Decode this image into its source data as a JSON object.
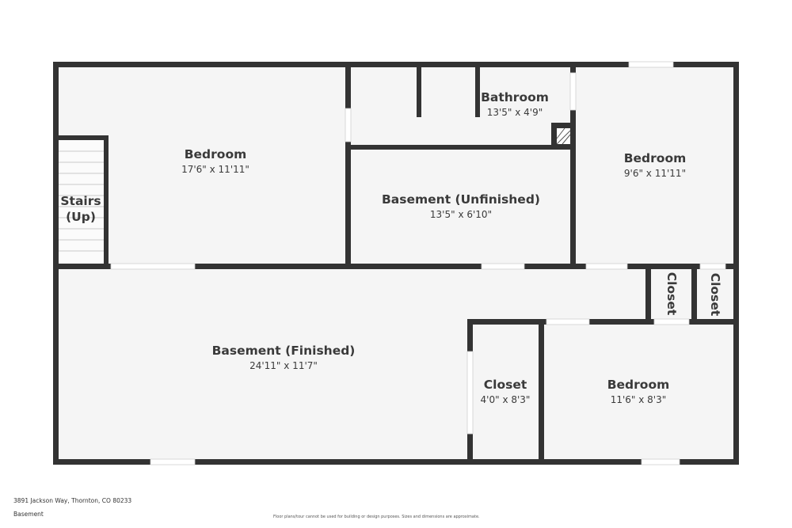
{
  "rooms": {
    "bedroom_left": {
      "name": "Bedroom",
      "dims": "17'6\" x 11'11\""
    },
    "bathroom": {
      "name": "Bathroom",
      "dims": "13'5\" x 4'9\""
    },
    "bedroom_right": {
      "name": "Bedroom",
      "dims": "9'6\" x 11'11\""
    },
    "stairs": {
      "name_line1": "Stairs",
      "name_line2": "(Up)"
    },
    "unfinished": {
      "name": "Basement (Unfinished)",
      "dims": "13'5\" x 6'10\""
    },
    "closet_a": {
      "name": "Closet"
    },
    "closet_b": {
      "name": "Closet"
    },
    "finished": {
      "name": "Basement (Finished)",
      "dims": "24'11\" x 11'7\""
    },
    "closet_mid": {
      "name": "Closet",
      "dims": "4'0\" x 8'3\""
    },
    "bedroom_bottom": {
      "name": "Bedroom",
      "dims": "11'6\" x 8'3\""
    }
  },
  "footer": {
    "address": "3891 Jackson Way, Thornton, CO 80233",
    "level": "Basement",
    "disclaimer": "Floor plans/tour cannot be used for building or design purposes. Sizes and dimensions are approximate."
  },
  "colors": {
    "wall": "#333333",
    "floor": "#f5f5f5",
    "text": "#3a3a3a"
  }
}
